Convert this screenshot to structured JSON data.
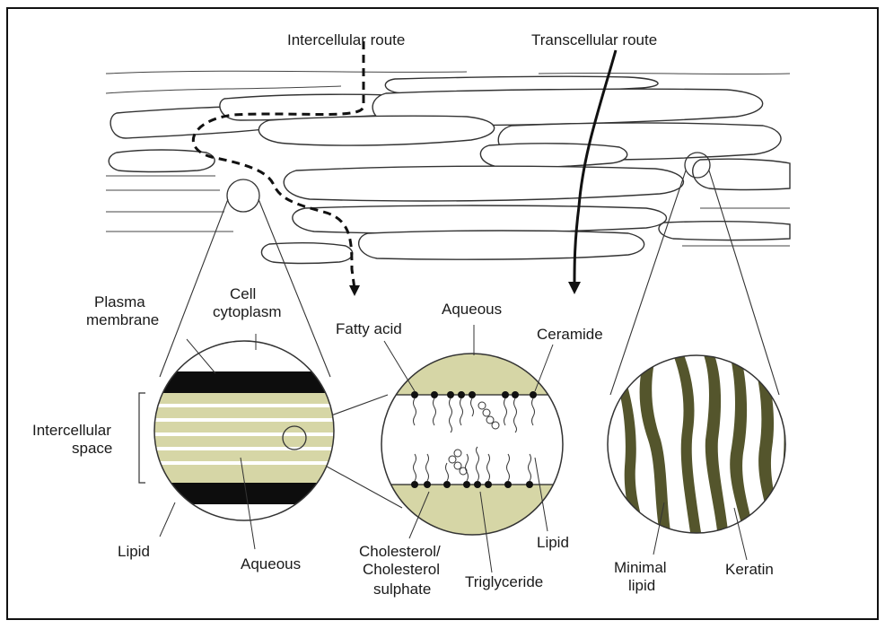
{
  "colors": {
    "background": "#ffffff",
    "tan": "#d6d6a6",
    "lipid_dark": "#54552c",
    "band_dark": "#0d0d0d",
    "ink": "#1a1a1a"
  },
  "routes": {
    "intercellular": "Intercellular route",
    "transcellular": "Transcellular route"
  },
  "labels": {
    "plasma_membrane_1": "Plasma",
    "plasma_membrane_2": "membrane",
    "cell_cytoplasm_1": "Cell",
    "cell_cytoplasm_2": "cytoplasm",
    "intercellular_space_1": "Intercellular",
    "intercellular_space_2": "space",
    "lipid_left": "Lipid",
    "aqueous_left": "Aqueous",
    "fatty_acid": "Fatty acid",
    "aqueous_center": "Aqueous",
    "ceramide": "Ceramide",
    "cholesterol_1": "Cholesterol/",
    "cholesterol_2": "Cholesterol",
    "cholesterol_3": "sulphate",
    "triglyceride": "Triglyceride",
    "lipid_center": "Lipid",
    "minimal_lipid_1": "Minimal",
    "minimal_lipid_2": "lipid",
    "keratin": "Keratin"
  }
}
